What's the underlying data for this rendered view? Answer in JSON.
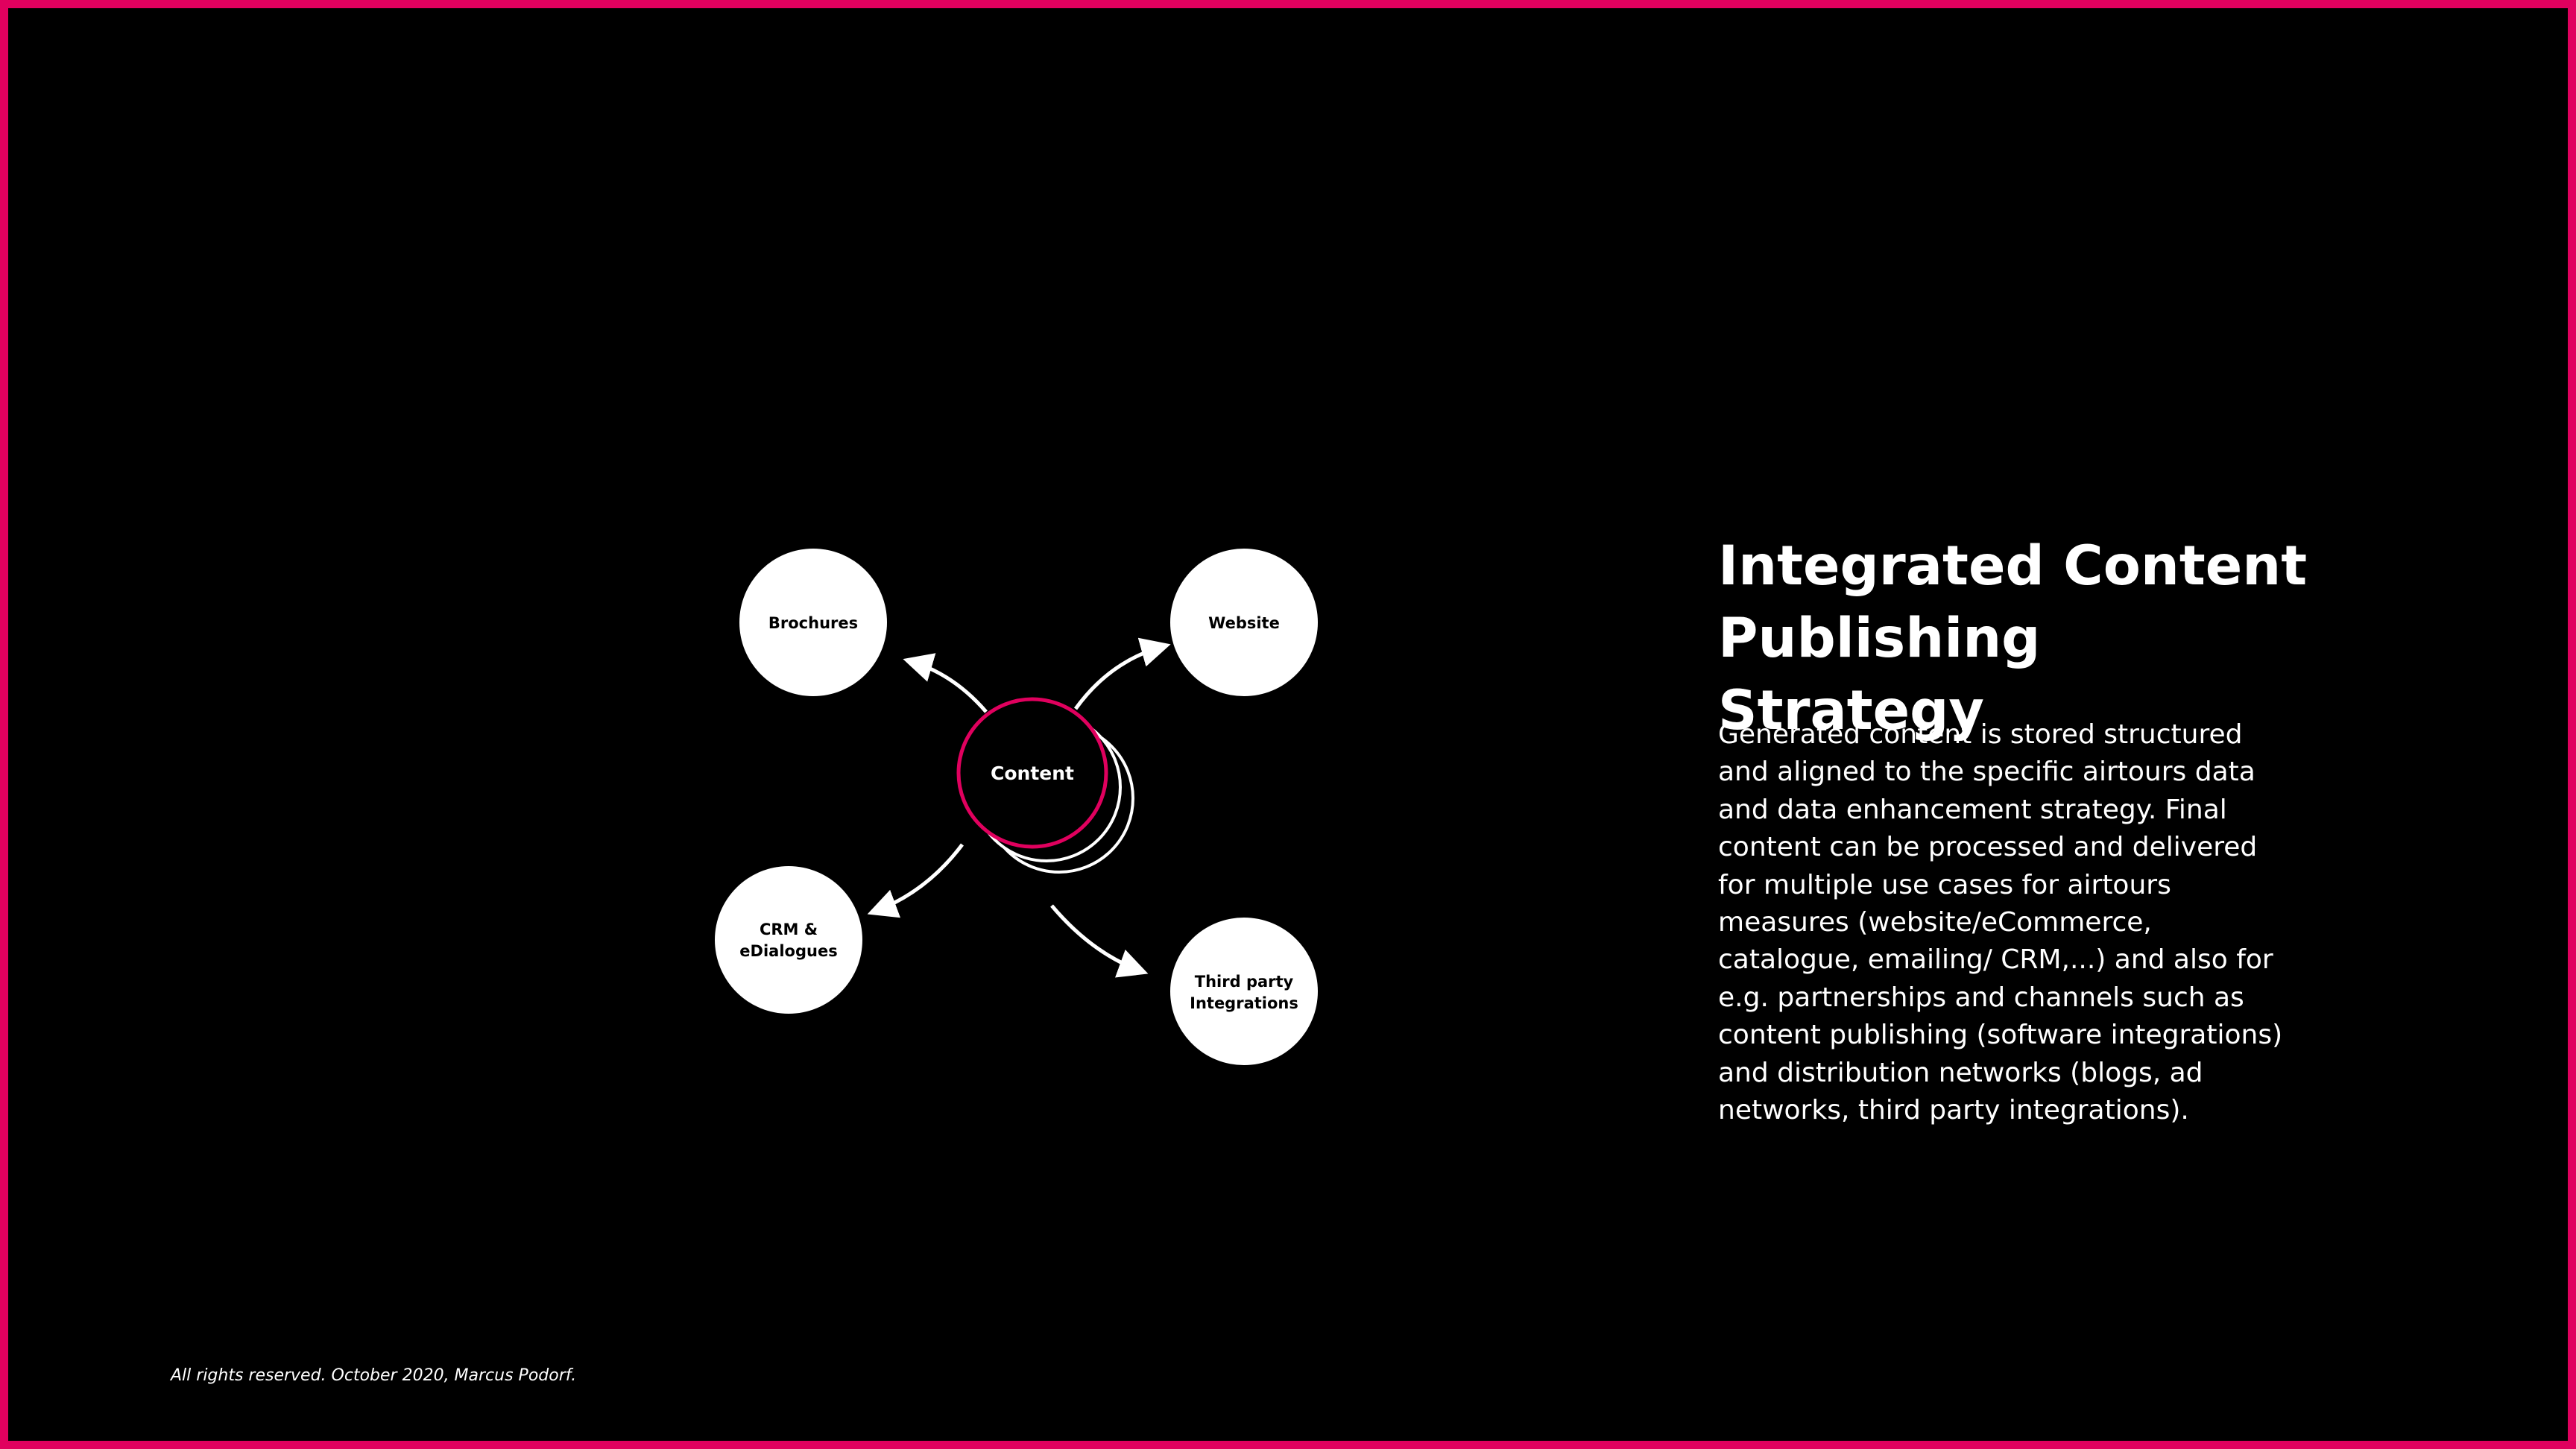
{
  "diagram": {
    "center": "Content",
    "nodes": {
      "brochures": "Brochures",
      "website": "Website",
      "crm": [
        "CRM &",
        "eDialogues"
      ],
      "third_party": [
        "Third party",
        "Integrations"
      ]
    }
  },
  "title": "Integrated Content Publishing Strategy",
  "body": "Generated content is stored structured and aligned to the specific airtours data and data enhancement strategy. Final content can be processed and delivered for multiple use cases for airtours measures (website/eCommerce, catalogue, emailing/ CRM,...) and also for e.g. partnerships and channels such as content publishing (software integrations) and distribution networks (blogs, ad networks, third party integrations).",
  "footer": "All rights reserved. October 2020, Marcus Podorf.",
  "colors": {
    "accent": "#e0005e",
    "background": "#000000",
    "node": "#ffffff"
  }
}
